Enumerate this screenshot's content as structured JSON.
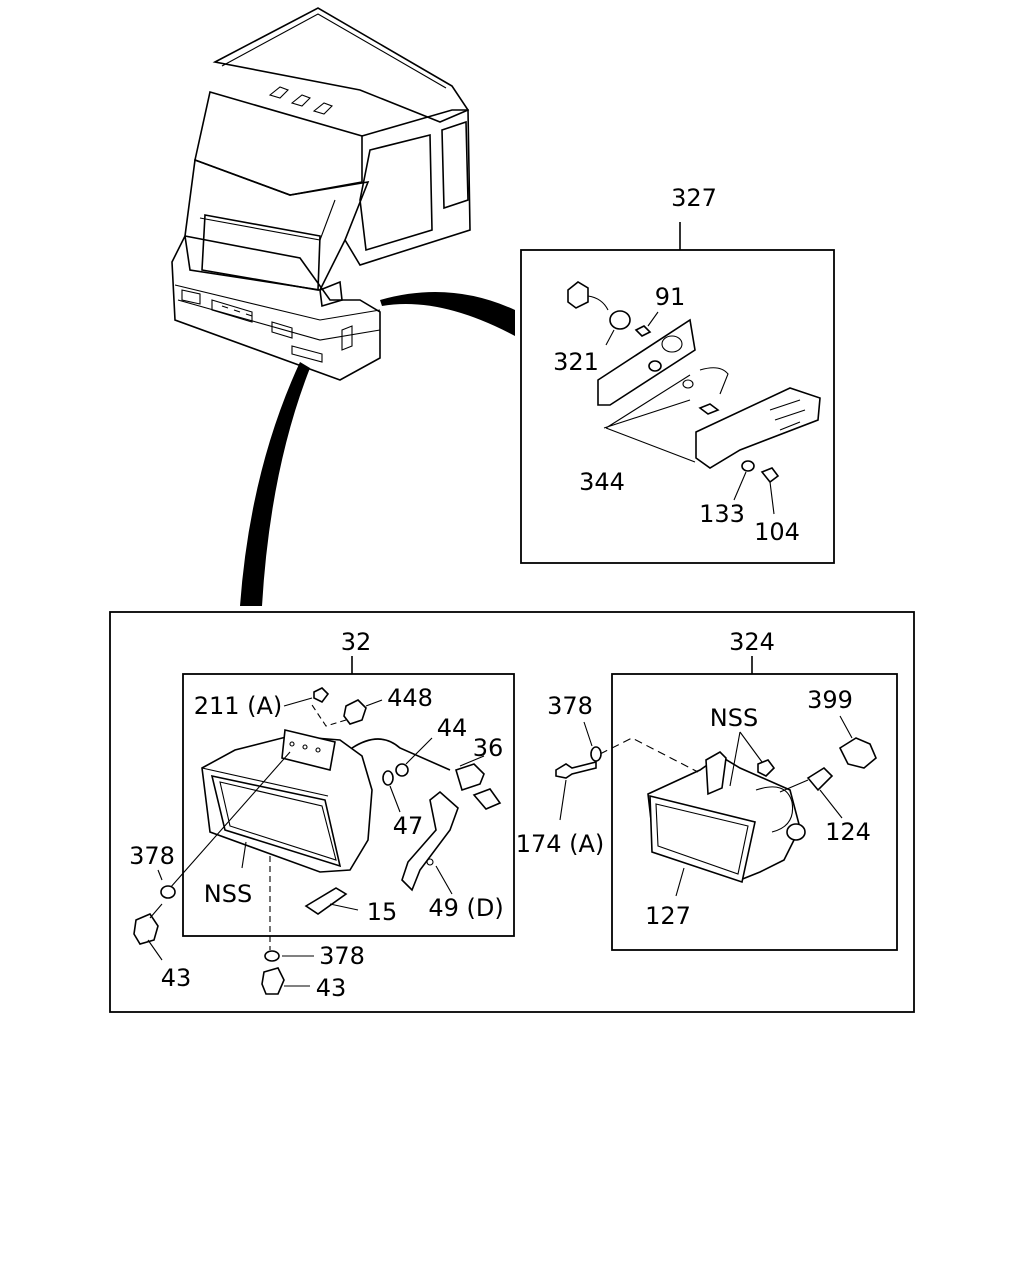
{
  "diagram": {
    "top_right_callout": "327",
    "left_panel_callout": "32",
    "right_panel_callout": "324",
    "labels": {
      "p91": "91",
      "p321": "321",
      "p344": "344",
      "p133": "133",
      "p104": "104",
      "p211a": "211 (A)",
      "p448": "448",
      "p44": "44",
      "p36": "36",
      "p47": "47",
      "p378_left": "378",
      "nss_left": "NSS",
      "p15": "15",
      "p49d": "49 (D)",
      "p43_left": "43",
      "p378_bottom": "378",
      "p43_bottom": "43",
      "p378_mid": "378",
      "p174a": "174 (A)",
      "nss_right": "NSS",
      "p399": "399",
      "p124": "124",
      "p127": "127"
    }
  }
}
